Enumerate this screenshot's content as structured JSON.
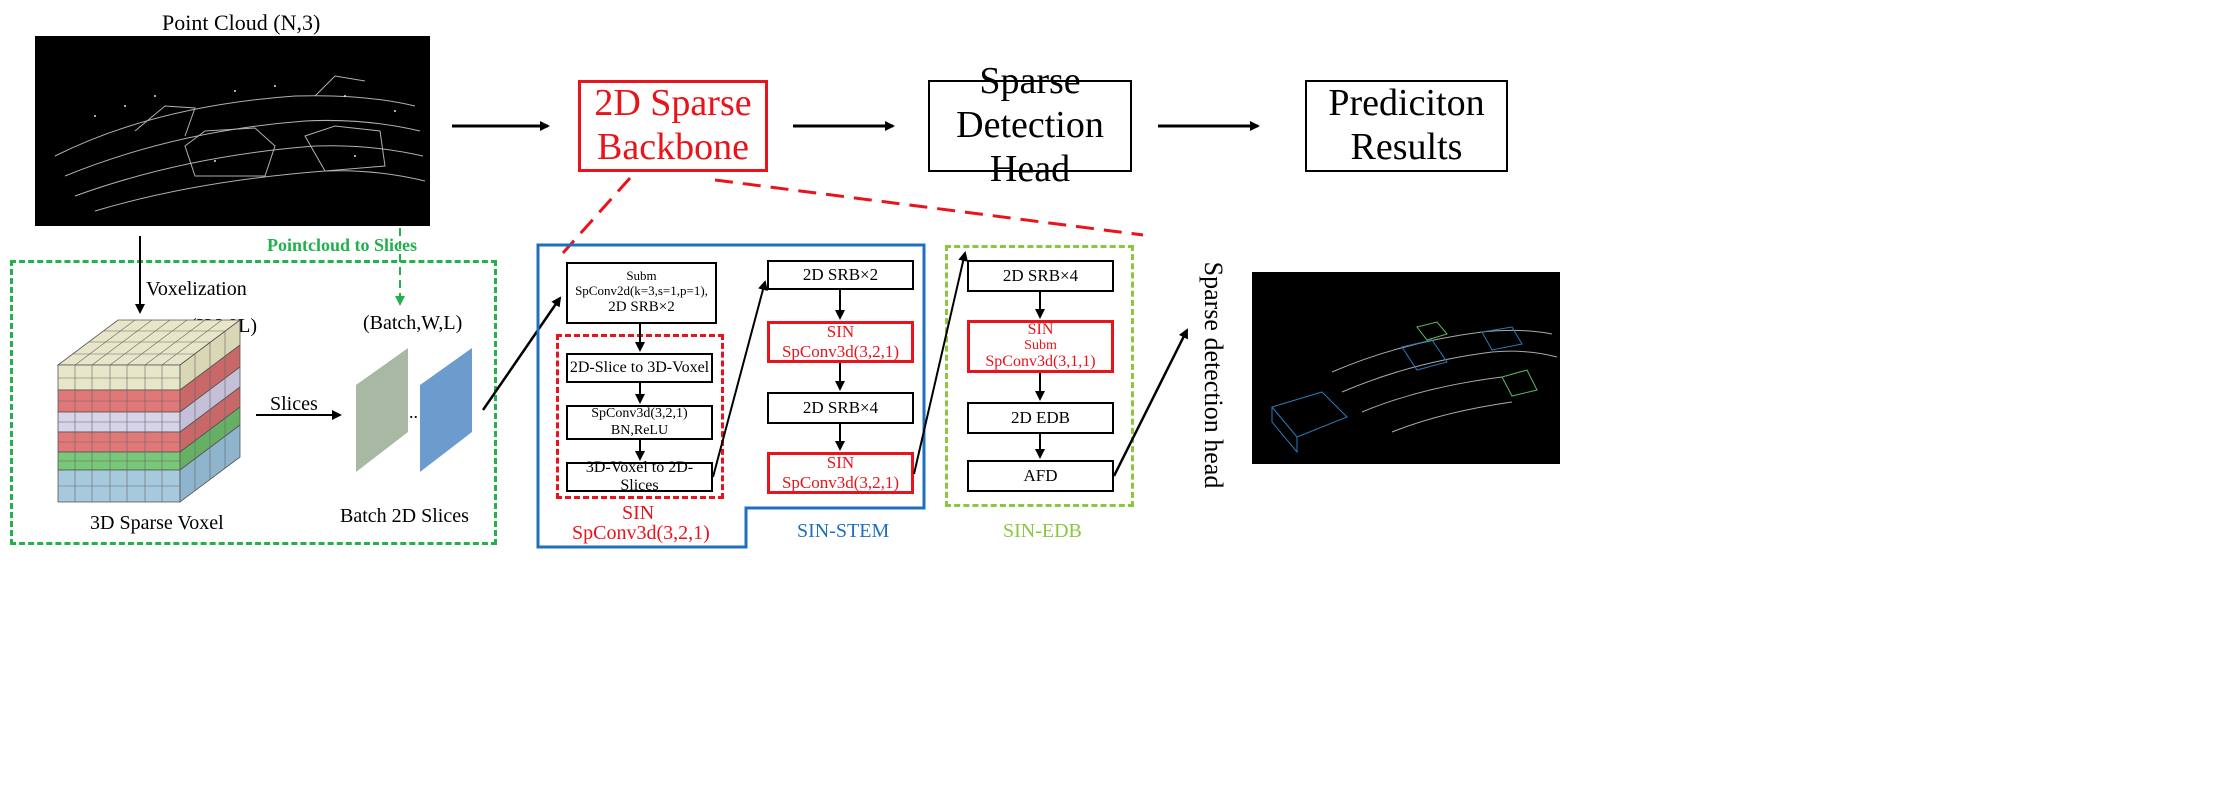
{
  "point_cloud": {
    "label": "Point Cloud (N,3)"
  },
  "top_flow": {
    "backbone": [
      "2D Sparse",
      "Backbone"
    ],
    "head": [
      "Sparse",
      "Detection Head"
    ],
    "results": [
      "Prediciton",
      "Results"
    ]
  },
  "left_panel": {
    "p2s_label": "Pointcloud to Slices",
    "voxelization": "Voxelization",
    "hwl": "(H,W,L)",
    "batch_wl": "(Batch,W,L)",
    "slices": "Slices",
    "dots": "....",
    "voxel_caption": "3D Sparse Voxel",
    "slices_caption": "Batch 2D Slices"
  },
  "sin_stem": {
    "label": "SIN-STEM",
    "subm_box": [
      "Subm",
      "SpConv2d(k=3,s=1,p=1),",
      "2D SRB×2"
    ],
    "slice_to_voxel": "2D-Slice to 3D-Voxel",
    "spconv_bn": [
      "SpConv3d(3,2,1)",
      "BN,ReLU"
    ],
    "voxel_to_slices": "3D-Voxel to 2D-Slices",
    "sin_label": [
      "SIN",
      "SpConv3d(3,2,1)"
    ],
    "col2_srb2": "2D SRB×2",
    "col2_sin1": [
      "SIN",
      "SpConv3d(3,2,1)"
    ],
    "col2_srb4": "2D SRB×4",
    "col2_sin2": [
      "SIN",
      "SpConv3d(3,2,1)"
    ]
  },
  "sin_edb": {
    "label": "SIN-EDB",
    "srb4": "2D SRB×4",
    "sin": [
      "SIN",
      "Subm",
      "SpConv3d(3,1,1)"
    ],
    "edb": "2D EDB",
    "afd": "AFD"
  },
  "right": {
    "vertical_label": "Sparse detection head"
  },
  "colors": {
    "red": "#e8131b",
    "blue": "#1f6fc0",
    "green": "#22b14c",
    "lightgreen": "#8cc63f"
  }
}
